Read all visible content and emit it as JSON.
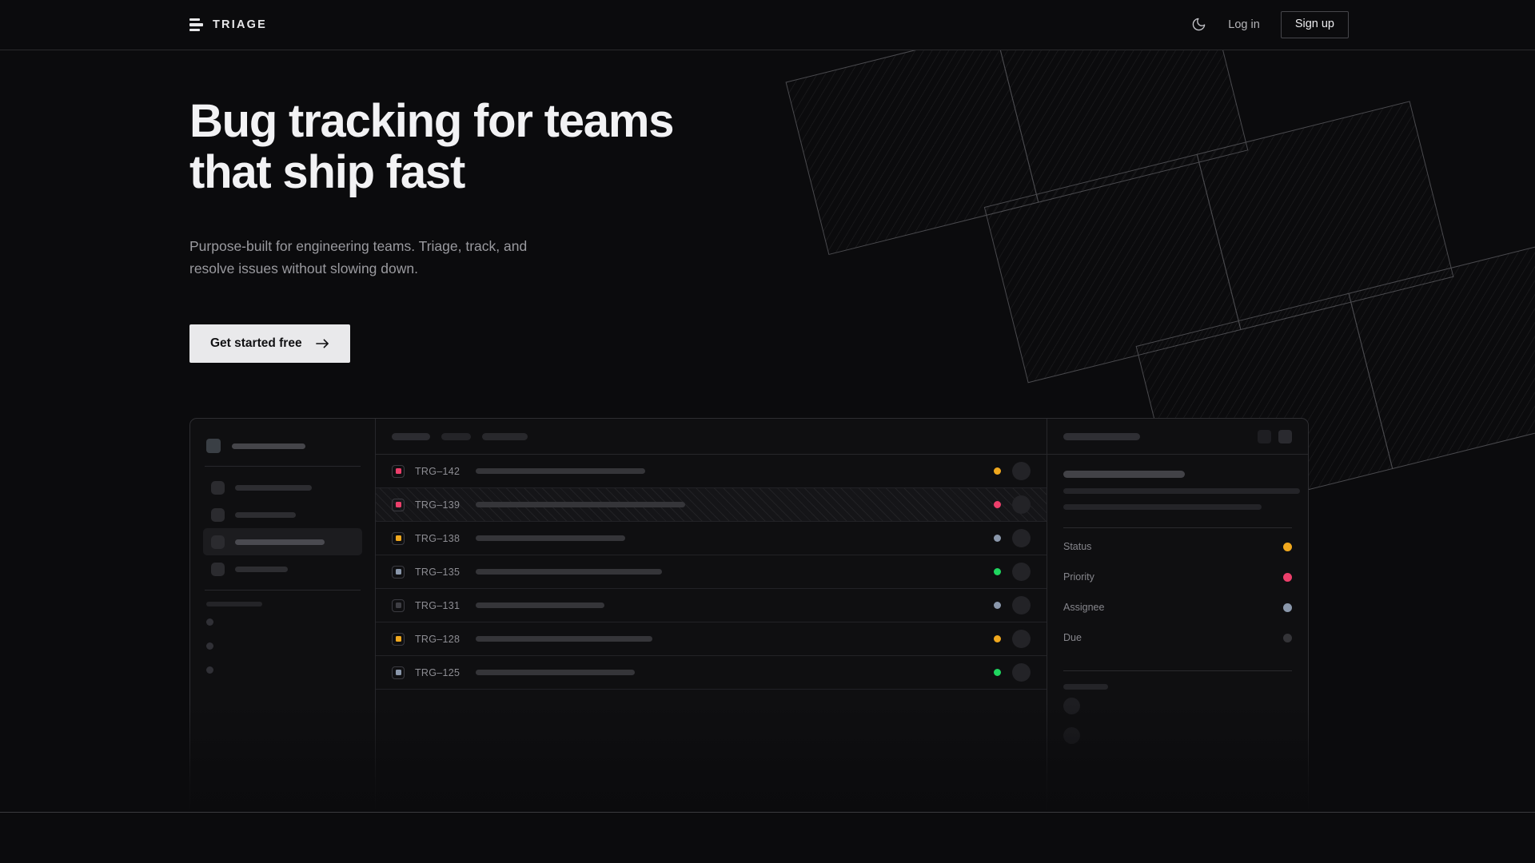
{
  "brand": {
    "name": "TRIAGE",
    "logo_icon": "stacked-bars-icon"
  },
  "nav": {
    "theme_toggle_icon": "moon-icon",
    "login_label": "Log in",
    "signup_label": "Sign up"
  },
  "hero": {
    "headline": "Bug tracking for teams\nthat ship fast",
    "subhead": "Purpose-built for engineering teams. Triage, track, and\nresolve issues without slowing down.",
    "cta_label": "Get started free",
    "cta_icon": "arrow-right-icon"
  },
  "colors": {
    "page_bg": "#0b0b0d",
    "panel_bg": "#0f0f11",
    "border": "#2e2e32",
    "text_primary": "#f2f2f4",
    "text_muted": "#9a9a9f",
    "accent_amber": "#f0a81e",
    "accent_pink": "#ec3f6b",
    "accent_slate": "#8a97ab",
    "accent_green": "#1fd65f",
    "accent_dim": "#343438",
    "cta_bg": "#e9e9eb"
  },
  "mockup": {
    "sidebar": {
      "workspace_icon": "workspace-square-icon",
      "nav_items": [
        {
          "name": "nav-item-1",
          "width": 96,
          "active": false
        },
        {
          "name": "nav-item-2",
          "width": 76,
          "active": false
        },
        {
          "name": "nav-item-3",
          "width": 112,
          "active": true
        },
        {
          "name": "nav-item-4",
          "width": 66,
          "active": false
        }
      ],
      "section_caption_width": 70,
      "mini_items": 3
    },
    "toolbar": {
      "pills": [
        48,
        37,
        57
      ]
    },
    "issue_rows": [
      {
        "id": "TRG–142",
        "priority_color": "#ec3f6b",
        "priority_filled": true,
        "title_width": 212,
        "status_color": "#f0a81e",
        "highlighted": false
      },
      {
        "id": "TRG–139",
        "priority_color": "#ec3f6b",
        "priority_filled": true,
        "title_width": 262,
        "status_color": "#ec3f6b",
        "highlighted": true
      },
      {
        "id": "TRG–138",
        "priority_color": "#f0a81e",
        "priority_filled": true,
        "title_width": 187,
        "status_color": "#8a97ab",
        "highlighted": false
      },
      {
        "id": "TRG–135",
        "priority_color": "#8a97ab",
        "priority_filled": true,
        "title_width": 233,
        "status_color": "#1fd65f",
        "highlighted": false
      },
      {
        "id": "TRG–131",
        "priority_color": "#3e3e44",
        "priority_filled": false,
        "title_width": 161,
        "status_color": "#8a97ab",
        "highlighted": false
      },
      {
        "id": "TRG–128",
        "priority_color": "#f0a81e",
        "priority_filled": true,
        "title_width": 221,
        "status_color": "#f0a81e",
        "highlighted": false
      },
      {
        "id": "TRG–125",
        "priority_color": "#8a97ab",
        "priority_filled": true,
        "title_width": 199,
        "status_color": "#1fd65f",
        "highlighted": false
      }
    ],
    "detail": {
      "title_width": 96,
      "action_icons": [
        "panel-action-icon",
        "panel-action-icon"
      ],
      "body_lines": [
        296,
        248
      ],
      "meta": [
        {
          "label": "Status",
          "color": "#f0a81e"
        },
        {
          "label": "Priority",
          "color": "#ec3f6b"
        },
        {
          "label": "Assignee",
          "color": "#8a97ab"
        },
        {
          "label": "Due",
          "color": "#343438"
        }
      ],
      "footer_caption_width": 56,
      "footer_avatars": 2
    }
  }
}
